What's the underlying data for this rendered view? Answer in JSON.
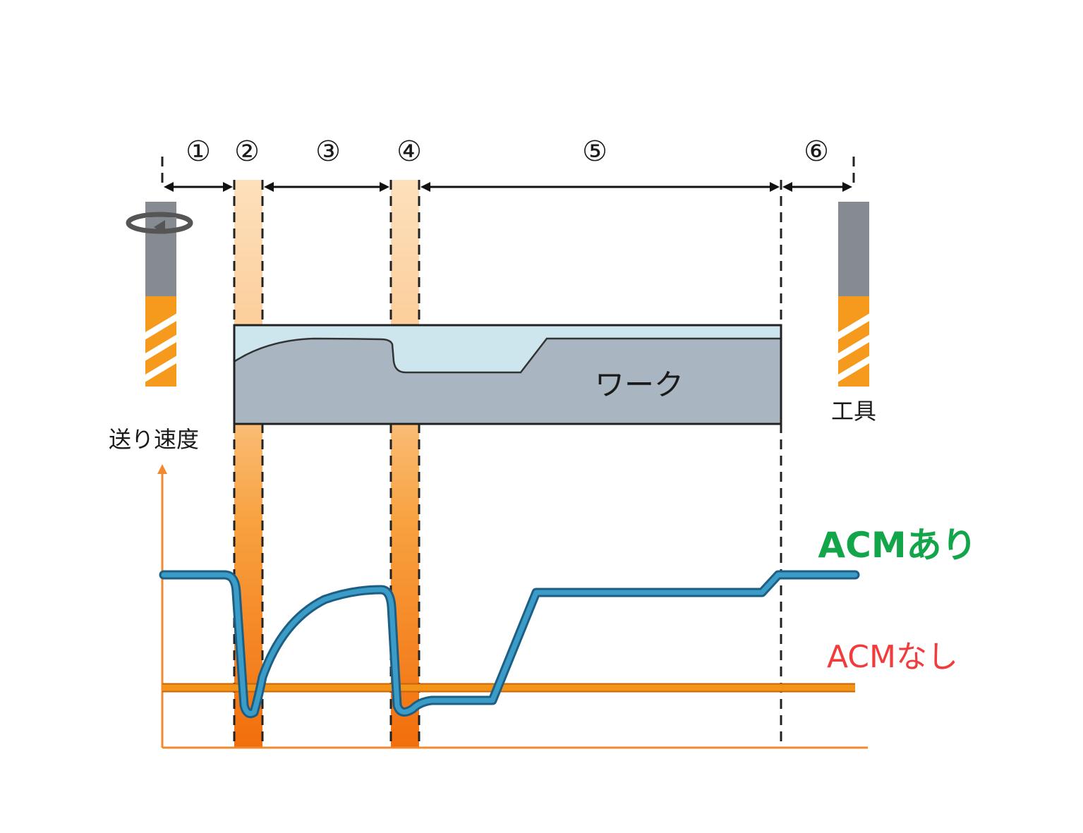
{
  "phases": [
    {
      "label": "①"
    },
    {
      "label": "②"
    },
    {
      "label": "③"
    },
    {
      "label": "④"
    },
    {
      "label": "⑤"
    },
    {
      "label": "⑥"
    }
  ],
  "workpiece": {
    "label": "ワーク"
  },
  "tool": {
    "label": "工具",
    "rotation_icon": "rotate-arrow-icon"
  },
  "axis": {
    "ylabel": "送り速度"
  },
  "legend": {
    "acm_on": "ACMあり",
    "acm_off": "ACMなし"
  },
  "colors": {
    "acm_on_text": "#12a54a",
    "acm_off_text": "#f03c3c",
    "acm_on_line": "#2f8ab8",
    "acm_off_line": "#f39418",
    "axis": "#f08a30",
    "band": "#f7a24a",
    "work_body": "#a9b6c2",
    "work_top": "#cde6ee",
    "tool_shank": "#858b91",
    "tool_flute": "#f59a1c"
  }
}
